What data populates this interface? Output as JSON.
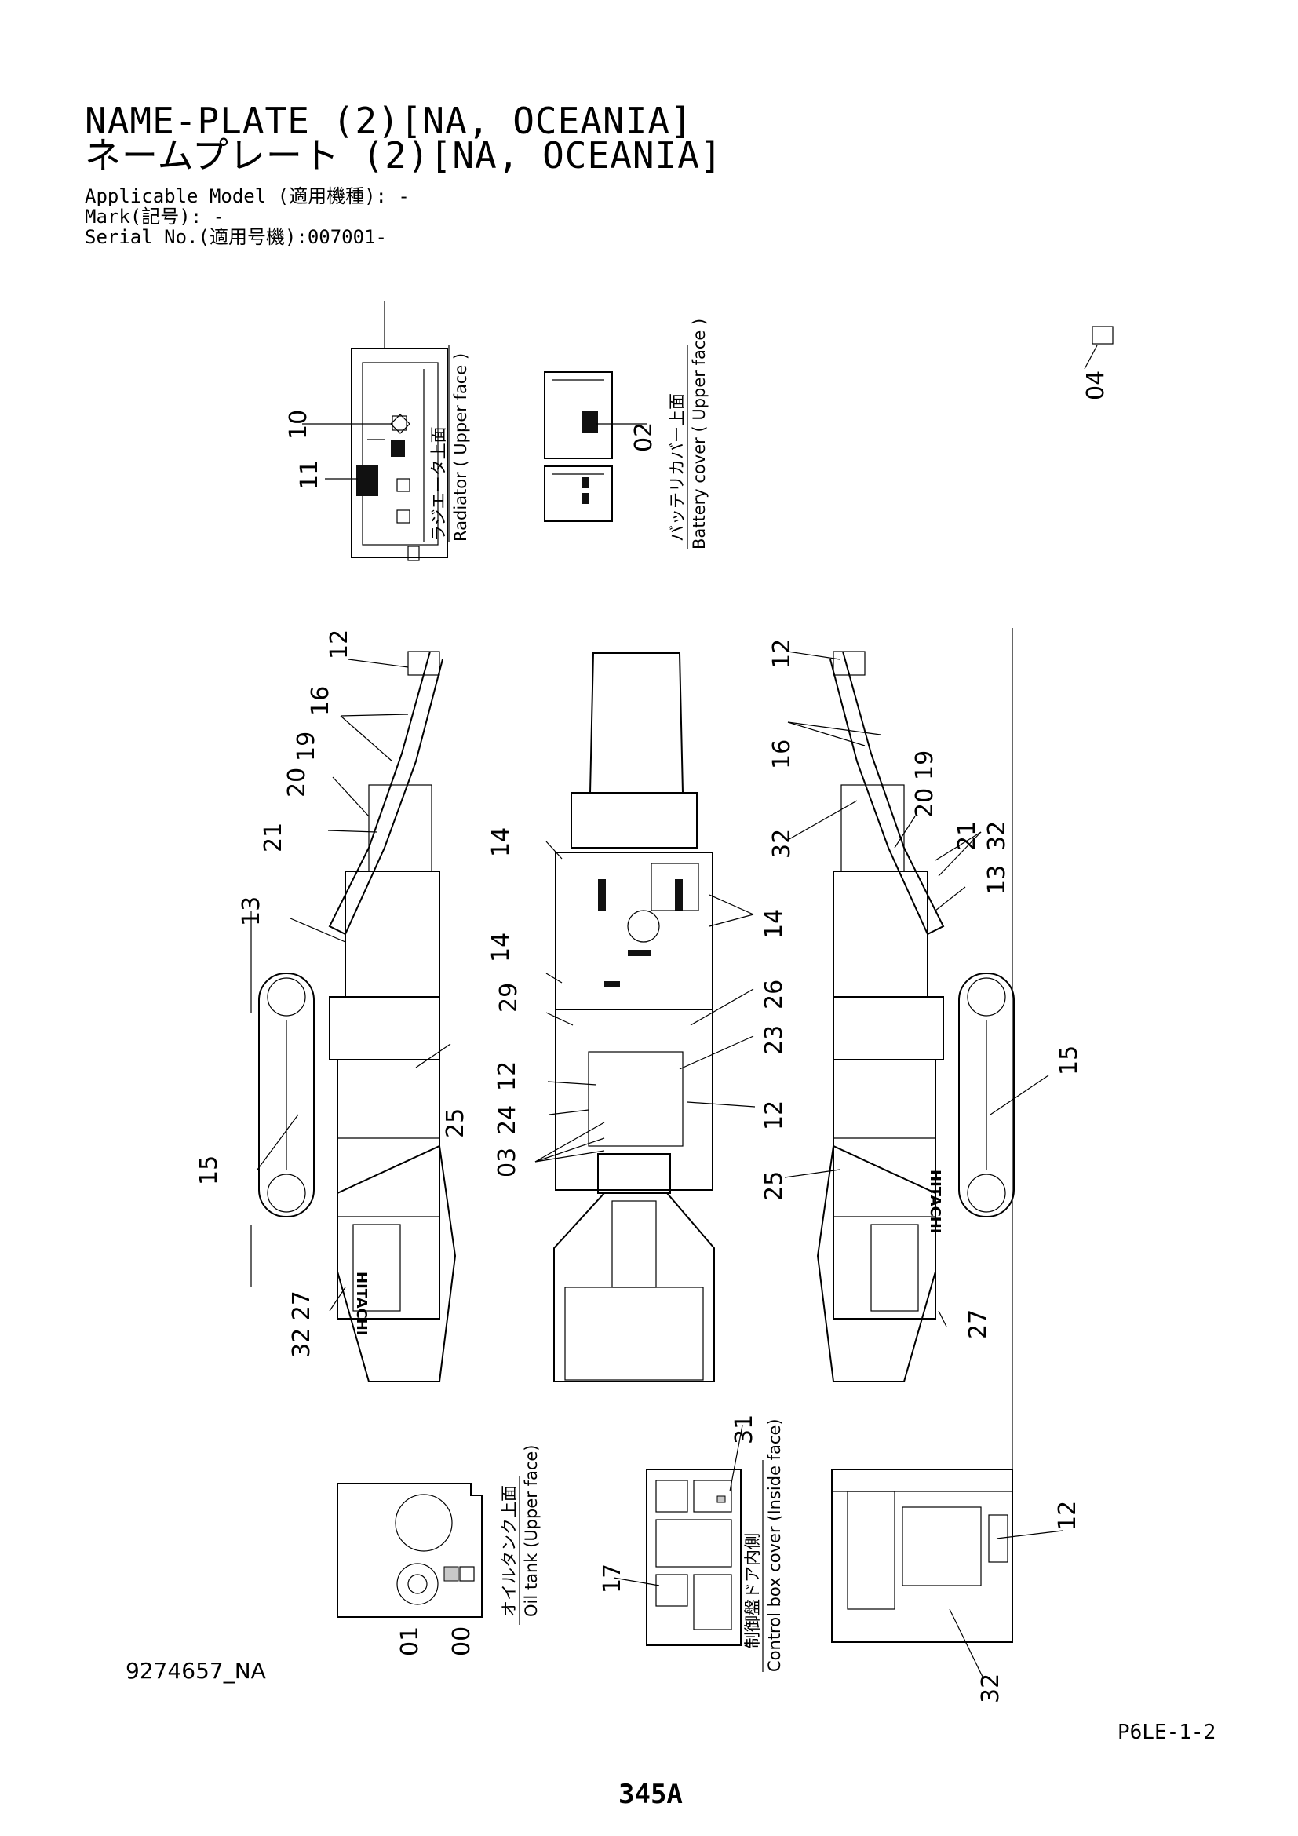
{
  "title": {
    "line1": "NAME-PLATE (2)[NA, OCEANIA]",
    "line2": "ネームプレート (2)[NA, OCEANIA]"
  },
  "meta": {
    "applicable_model": "Applicable Model (適用機種): -",
    "mark": "Mark(記号): -",
    "serial_no": "Serial No.(適用号機):007001-"
  },
  "views": {
    "radiator_jp": "ラジエータ上面",
    "radiator_en": "Radiator ( Upper face )",
    "battery_jp": "バッテリカバー上面",
    "battery_en": "Battery cover ( Upper face )",
    "oil_tank_jp": "オイルタンク上面",
    "oil_tank_en": "Oil tank (Upper face)",
    "control_box_jp": "制御盤ドア内側",
    "control_box_en": "Control box cover (Inside face)"
  },
  "callouts": {
    "c00": "00",
    "c01": "01",
    "c02": "02",
    "c03": "03",
    "c04": "04",
    "c10": "10",
    "c11": "11",
    "c12": "12",
    "c13": "13",
    "c14": "14",
    "c15": "15",
    "c16": "16",
    "c17": "17",
    "c19": "19",
    "c20": "20",
    "c21": "21",
    "c23": "23",
    "c24": "24",
    "c25": "25",
    "c26": "26",
    "c27": "27",
    "c29": "29",
    "c31": "31",
    "c32": "32",
    "c3227": "32 27"
  },
  "brand": "HITACHI",
  "footer": {
    "doc_id": "9274657_NA",
    "page_code": "P6LE-1-2",
    "page_number": "345A"
  },
  "colors": {
    "ink": "#000000",
    "paper": "#ffffff",
    "label_fill": "#111111"
  }
}
